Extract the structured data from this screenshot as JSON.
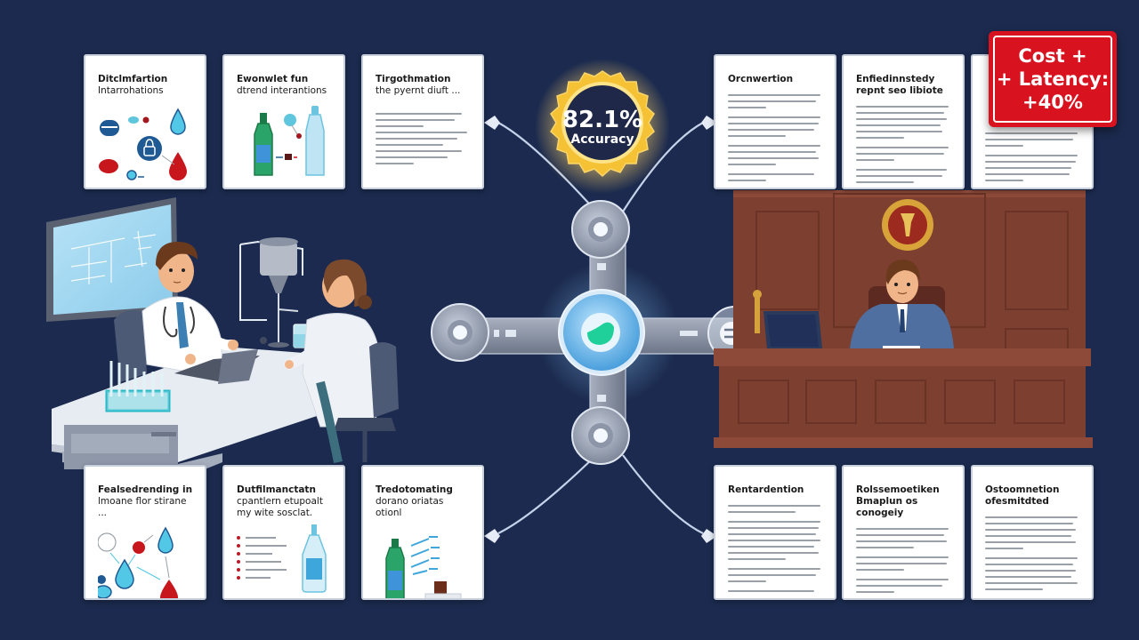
{
  "theme": {
    "background": "#1b2a4e",
    "accent_gold": "#f5c236",
    "alert_red": "#d8121e",
    "hub_blue": "#6bb8ec",
    "hub_green": "#1fd09a",
    "wood": "#7d3f30"
  },
  "badge": {
    "accuracy_value": "82.1%",
    "accuracy_label": "Accuracy"
  },
  "cost_alert": {
    "line1": "Cost +",
    "line2": "+ Latency:",
    "line3": "+40%"
  },
  "left_panel": {
    "scene": "medical-lab",
    "top_cards": [
      {
        "title": "Ditclmfartion",
        "subtitle": "Intarrohations",
        "icon": "molecule-drops-icon"
      },
      {
        "title": "Ewonwlet fun",
        "subtitle": "dtrend interantions",
        "icon": "bottles-icon"
      },
      {
        "title": "Tirgothmation",
        "subtitle": "the pyernt diuft ...",
        "icon": "text-document-icon"
      }
    ],
    "bottom_cards": [
      {
        "title": "Fealsedrending in",
        "subtitle": "lmoane flor stirane ...",
        "icon": "molecule-drops-icon"
      },
      {
        "title": "Dutfilmanctatn",
        "subtitle": "cpantlern etupoalt my wite sosclat.",
        "icon": "bullet-list-bottle-icon"
      },
      {
        "title": "Tredotomating",
        "subtitle": "dorano oriatas otionl",
        "icon": "spray-bottle-icon"
      }
    ]
  },
  "right_panel": {
    "scene": "courtroom",
    "top_cards": [
      {
        "title": "Orcnwertion",
        "subtitle": ""
      },
      {
        "title": "Enfiedinnstedy",
        "subtitle": "repnt seo libiote"
      },
      {
        "title": "",
        "subtitle": ""
      }
    ],
    "bottom_cards": [
      {
        "title": "Rentardention",
        "subtitle": ""
      },
      {
        "title": "Rolssemoetiken",
        "subtitle": "Bmaplun os conogeiy"
      },
      {
        "title": "Ostoomnetion",
        "subtitle": "ofesmitdted"
      }
    ]
  },
  "hub": {
    "center_icon": "ai-core-icon",
    "right_icon": "equals-icon"
  }
}
